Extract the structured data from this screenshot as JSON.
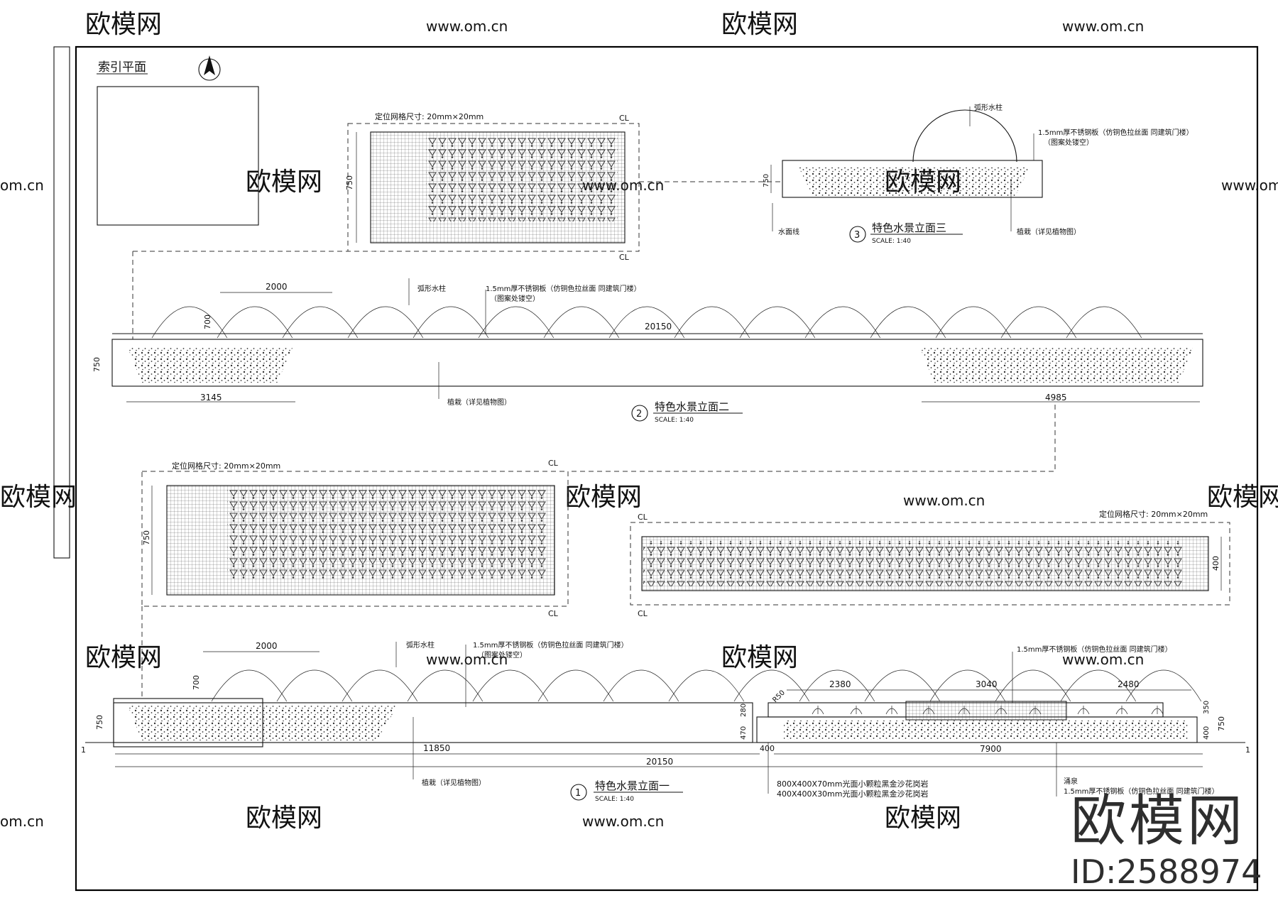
{
  "sheet": {
    "index_plan_title": "索引平面",
    "grid_note": "定位网格尺寸: 20mm×20mm",
    "cl_mark": "CL"
  },
  "labels": {
    "arc_jet": "弧形水柱",
    "panel_note": "1.5mm厚不锈钢板（仿铜色拉丝面 同建筑门楼）",
    "panel_hollow": "（图案处镂空）",
    "planting": "植栽（详见植物图）",
    "water_level": "水面线",
    "spring": "涌泉",
    "paver_a": "800X400X70mm光面小颗粒黑金沙花岗岩",
    "paver_b": "400X400X30mm光面小颗粒黑金沙花岗岩",
    "scale": "SCALE:    1:40"
  },
  "views": [
    {
      "num": "1",
      "title": "特色水景立面一"
    },
    {
      "num": "2",
      "title": "特色水景立面二"
    },
    {
      "num": "3",
      "title": "特色水景立面三"
    }
  ],
  "dims": {
    "d2000": "2000",
    "d700": "700",
    "d750": "750",
    "d20150": "20150",
    "d3145": "3145",
    "d4985": "4985",
    "d400": "400",
    "d11850": "11850",
    "d7900": "7900",
    "d2380": "2380",
    "d3040": "3040",
    "d2480": "2480",
    "d280": "280",
    "d470": "470",
    "d350": "350",
    "r50": "R50",
    "d1": "1"
  },
  "badge": {
    "brand": "欧模网",
    "id": "ID:2588974"
  },
  "watermark": {
    "brand": "欧模网",
    "url": "www.om.cn",
    "short": "om.cn"
  },
  "icons": {
    "north": "north-arrow-icon",
    "view_marker": "view-number-circle-icon"
  }
}
